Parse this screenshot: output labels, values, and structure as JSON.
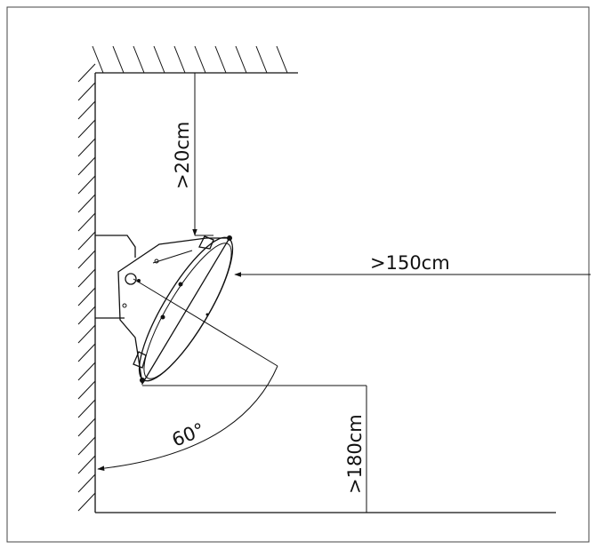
{
  "labels": {
    "ceiling_clearance": ">20cm",
    "front_clearance": ">150cm",
    "floor_height": ">180cm",
    "tilt_angle": "60°"
  }
}
